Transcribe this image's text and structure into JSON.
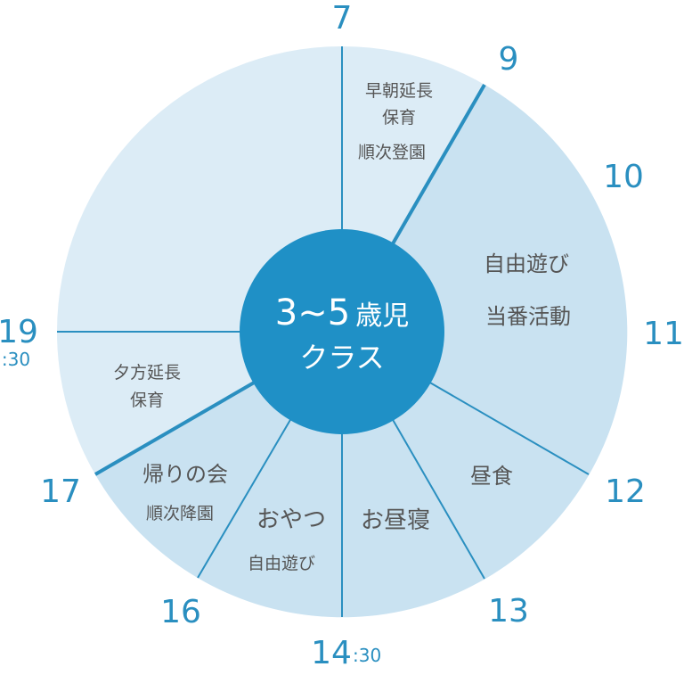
{
  "diagram": {
    "center": {
      "line1_num": "3~5",
      "line1_word": "歳児",
      "line2": "クラス"
    },
    "colors": {
      "accent": "#2a8fc0",
      "center": "#1f90c6",
      "light": "#dcecf6",
      "medium": "#c9e2f1",
      "divider": "#2a8fc0",
      "text": "#555555"
    },
    "hours": {
      "h7": "7",
      "h9": "9",
      "h10": "10",
      "h11": "11",
      "h12": "12",
      "h13": "13",
      "h14": "14",
      "h14_sub": ":30",
      "h16": "16",
      "h17": "17",
      "h19": "19",
      "h19_sub": ":30"
    },
    "segments": {
      "early_1": "早朝延長",
      "early_2": "保育",
      "early_3": "順次登園",
      "play_1": "自由遊び",
      "play_2": "当番活動",
      "lunch": "昼食",
      "nap": "お昼寝",
      "snack": "おやつ",
      "snack_sub": "自由遊び",
      "home_1": "帰りの会",
      "home_2": "順次降園",
      "evening_1": "夕方延長",
      "evening_2": "保育"
    }
  }
}
